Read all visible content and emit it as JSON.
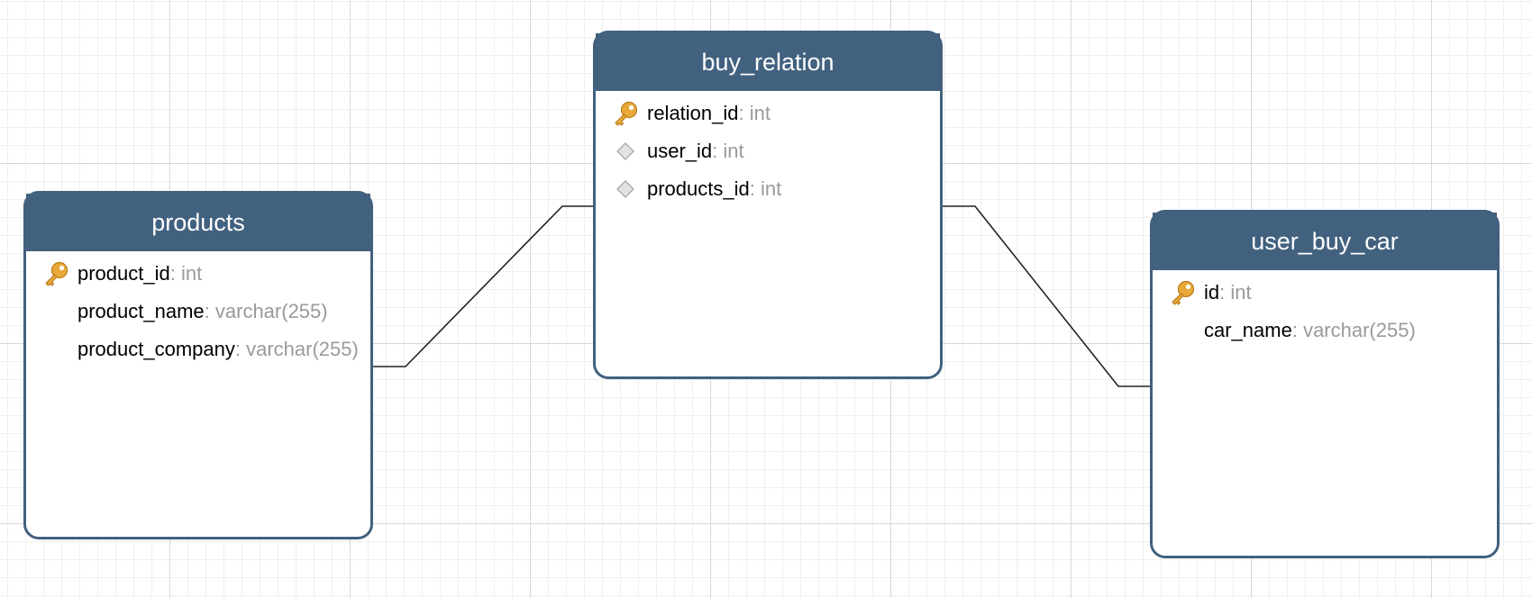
{
  "diagram": {
    "tables": {
      "products": {
        "name": "products",
        "fields": [
          {
            "name": "product_id",
            "type": ": int",
            "icon": "primary-key-icon"
          },
          {
            "name": "product_name",
            "type": ": varchar(255)",
            "icon": ""
          },
          {
            "name": "product_company",
            "type": ": varchar(255)",
            "icon": ""
          }
        ]
      },
      "buy_relation": {
        "name": "buy_relation",
        "fields": [
          {
            "name": "relation_id",
            "type": ": int",
            "icon": "primary-key-icon"
          },
          {
            "name": "user_id",
            "type": ": int",
            "icon": "foreign-key-diamond-icon"
          },
          {
            "name": "products_id",
            "type": ": int",
            "icon": "foreign-key-diamond-icon"
          }
        ]
      },
      "user_buy_car": {
        "name": "user_buy_car",
        "fields": [
          {
            "name": "id",
            "type": ": int",
            "icon": "primary-key-icon"
          },
          {
            "name": "car_name",
            "type": ": varchar(255)",
            "icon": ""
          }
        ]
      }
    },
    "relations": [
      {
        "from": "products",
        "to": "buy_relation"
      },
      {
        "from": "buy_relation",
        "to": "user_buy_car"
      }
    ],
    "colors": {
      "header": "#42617f",
      "border": "#42617f",
      "header_text": "#ffffff",
      "field_type": "#9a9a9a",
      "key_icon": "#e8a93a",
      "diamond_icon": "#c8c8c8",
      "grid_major": "#d8d8d8",
      "grid_minor": "#efefef"
    }
  }
}
